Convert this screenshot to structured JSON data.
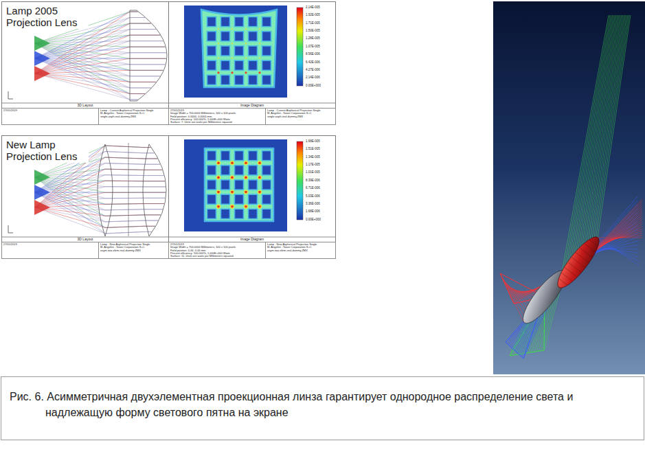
{
  "diagram": {
    "caption": "Рис. 6. Асимметричная двухэлементная проекционная линза гарантирует однородное распределение света и надлежащую форму светового пятна на экране",
    "nodes": [
      {
        "text": [
          "Lamp 2005 Projection Lens",
          "3D Layout"
        ]
      },
      {
        "text": [
          "27/01/2019"
        ],
        "in": 0
      },
      {
        "text": [
          "Lamp - Current Aspherical Projection Single",
          "M. Angelini - Tower Corporation S.r.l.",
          "single-asph-real-dummy.ZMX"
        ],
        "in": 0
      },
      {
        "text": [
          "Image Diagram"
        ]
      },
      {
        "text": [
          "27/01/2019",
          "Image Width = 700.0000 Millimeters, 100 x 100 pixels",
          "Field position: 0.0000, 0.0000 mm",
          "Percent efficiency: 100.000%, 1.000E+000 Watts",
          "Surface: 7. Units are watts per Millimeters squared."
        ],
        "in": 3
      },
      {
        "text": [
          "Lamp - Current Aspherical Projection Single",
          "M. Angelini - Tower Corporation S.r.l.",
          "single-asph-real-dummy.ZMX"
        ],
        "in": 3
      },
      {
        "text": [
          "New Lamp Projection Lens",
          "3D Layout"
        ]
      },
      {
        "text": [
          "27/01/2019"
        ],
        "in": 6
      },
      {
        "text": [
          "Lamp - New Aspherical Projection Single",
          "M. Angelini - Tower Corporation S.r.l.",
          "asym-two-elem-real-dummy.ZMX"
        ],
        "in": 6
      },
      {
        "text": [
          "Image Diagram"
        ]
      },
      {
        "text": [
          "27/01/2019",
          "Image Width = 700.0000 Millimeters, 100 x 100 pixels",
          "Field position: 0.00, 0.00 mm",
          "Percent efficiency: 100.000%, 1.000E+000 Watts",
          "Surface: 11. Units are watts per Millimeters squared."
        ],
        "in": 9
      },
      {
        "text": [
          "Lamp - New Aspherical Projection Single",
          "M. Angelini - Tower Corporation S.r.l.",
          "asym-two-elem-real-dummy.ZMX"
        ],
        "in": 9
      }
    ],
    "labels": [
      "2.14E-005",
      "1.92E-005",
      "1.71E-005",
      "1.50E-005",
      "1.28E-005",
      "1.07E-005",
      "8.56E-006",
      "6.42E-006",
      "4.27E-006",
      "2.14E-006",
      "0.00E+000",
      "1.68E-005",
      "1.51E-005",
      "1.34E-005",
      "1.17E-005",
      "1.01E-005",
      "8.39E-006",
      "6.71E-006",
      "5.03E-006",
      "3.36E-006",
      "1.68E-006",
      "0.00E+000"
    ]
  }
}
